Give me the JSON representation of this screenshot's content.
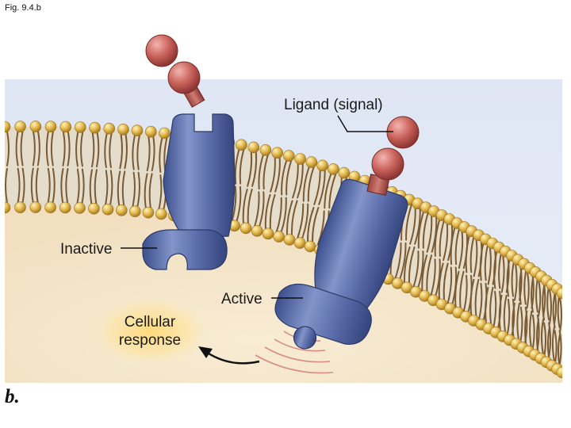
{
  "figure_tag": "Fig. 9.4.b",
  "panel_letter": "b.",
  "labels": {
    "ligand": "Ligand (signal)",
    "inactive": "Inactive",
    "active": "Active",
    "response_line1": "Cellular",
    "response_line2": "response"
  }
}
